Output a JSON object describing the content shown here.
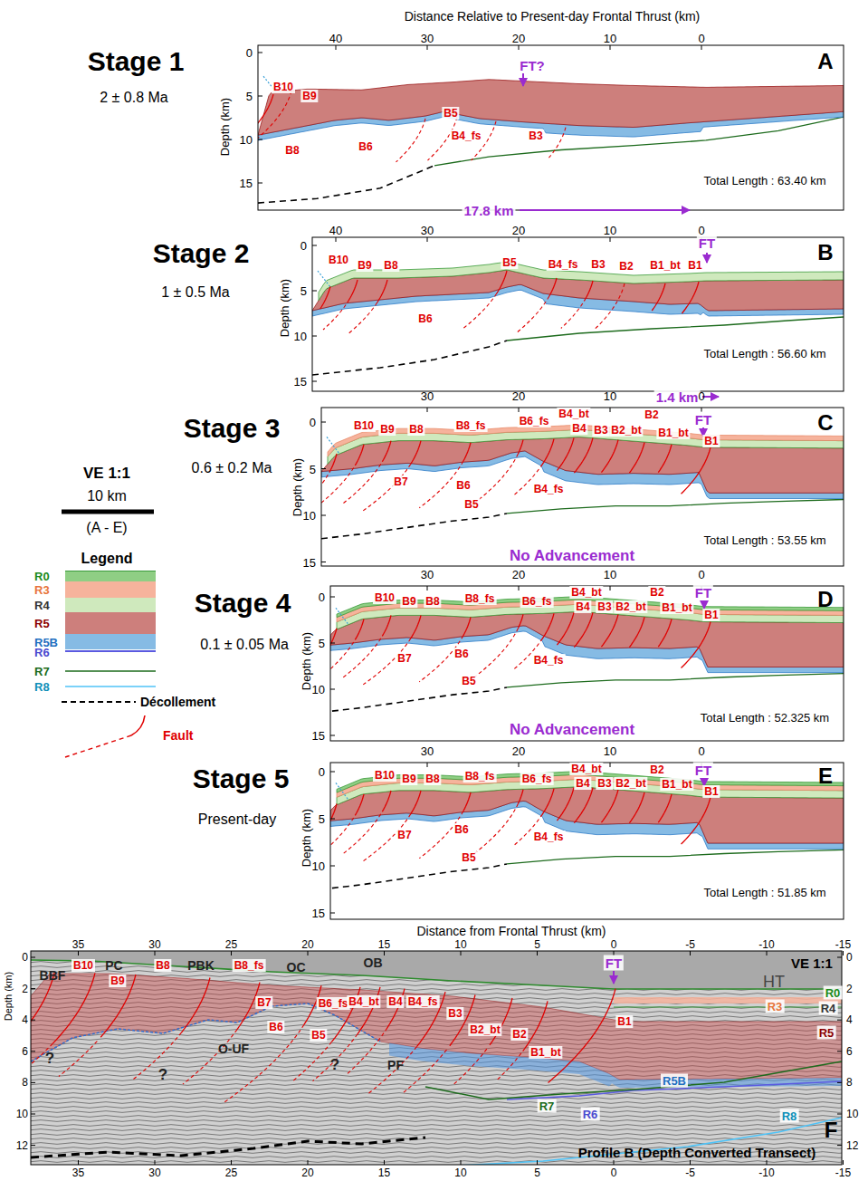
{
  "diagram": {
    "labels": [
      "Stage 1",
      "2 ± 0.8 Ma",
      "Stage 2",
      "1 ± 0.5 Ma",
      "Stage 3",
      "0.6 ± 0.2 Ma",
      "Stage 4",
      "0.1 ± 0.05 Ma",
      "Stage 5",
      "Present-day",
      "VE 1:1",
      "10 km",
      "(A - E)",
      "Legend",
      "Distance Relative to Present-day Frontal Thrust (km)",
      "40",
      "30",
      "20",
      "10",
      "0",
      "Depth (km)",
      "0",
      "5",
      "10",
      "15",
      "A",
      "B10",
      "B9",
      "B8",
      "B6",
      "B5",
      "B4_fs",
      "B3",
      "FT?",
      "Total Length : 63.40 km",
      "17.8 km",
      "40",
      "30",
      "20",
      "10",
      "0",
      "Depth (km)",
      "0",
      "5",
      "10",
      "15",
      "B",
      "B10",
      "B9",
      "B8",
      "B5",
      "B4_fs",
      "B3",
      "B2",
      "B1_bt",
      "B1",
      "B6",
      "FT",
      "Total Length : 56.60 km",
      "1.4 km",
      "30",
      "20",
      "10",
      "0",
      "Depth (km)",
      "0",
      "5",
      "10",
      "15",
      "C",
      "B10",
      "B9",
      "B8",
      "B8_fs",
      "B6_fs",
      "B4_bt",
      "B4",
      "B3",
      "B2_bt",
      "B2",
      "B1_bt",
      "B1",
      "B7",
      "B6",
      "B5",
      "B4_fs",
      "FT",
      "Total Length : 53.55 km",
      "No Advancement",
      "30",
      "20",
      "10",
      "0",
      "Depth (km)",
      "0",
      "5",
      "10",
      "15",
      "D",
      "B10",
      "B9",
      "B8",
      "B8_fs",
      "B6_fs",
      "B4_bt",
      "B4",
      "B3",
      "B2_bt",
      "B2",
      "B1_bt",
      "B1",
      "B7",
      "B6",
      "B5",
      "B4_fs",
      "FT",
      "Total Length : 52.325 km",
      "No Advancement",
      "30",
      "20",
      "10",
      "0",
      "Depth (km)",
      "0",
      "5",
      "10",
      "15",
      "E",
      "B10",
      "B9",
      "B8",
      "B8_fs",
      "B6_fs",
      "B4_bt",
      "B4",
      "B3",
      "B2_bt",
      "B2",
      "B1_bt",
      "B1",
      "B7",
      "B6",
      "B5",
      "B4_fs",
      "FT",
      "Total Length : 51.85 km",
      "Distance from Frontal Thrust (km)",
      "35",
      "30",
      "25",
      "20",
      "15",
      "10",
      "5",
      "0",
      "-5",
      "-10",
      "-15",
      "35",
      "30",
      "25",
      "20",
      "15",
      "10",
      "5",
      "0",
      "-5",
      "-10",
      "-15",
      "0",
      "2",
      "4",
      "6",
      "8",
      "10",
      "12",
      "0",
      "2",
      "4",
      "6",
      "8",
      "10",
      "12",
      "Depth (km)",
      "F",
      "Profile B (Depth Converted Transect)",
      "VE 1:1",
      "HT",
      "R0",
      "R3",
      "R4",
      "R5",
      "R5B",
      "R6",
      "R7",
      "R8",
      "BBF",
      "PC",
      "PBK",
      "OC",
      "OB",
      "B10",
      "B9",
      "B8",
      "B8_fs",
      "B7",
      "B6_fs",
      "B6",
      "B5",
      "B4_bt",
      "B4",
      "B4_fs",
      "B3",
      "B2_bt",
      "B2",
      "B1_bt",
      "B1",
      "FT",
      "O-UF",
      "PF",
      "?",
      "?",
      "?"
    ],
    "legend": [
      {
        "text": "R0",
        "color": "#8fce84"
      },
      {
        "text": "R3",
        "color": "#f6b39c"
      },
      {
        "text": "R4",
        "color": "#cfe9bd"
      },
      {
        "text": "R5",
        "color": "#cd7f7c"
      },
      {
        "text": "R5B",
        "color": "#86bbe4"
      },
      {
        "text": "R6"
      },
      {
        "text": "R7"
      },
      {
        "text": "R8"
      },
      {
        "text": "Décollement"
      },
      {
        "text": "Fault"
      }
    ]
  }
}
